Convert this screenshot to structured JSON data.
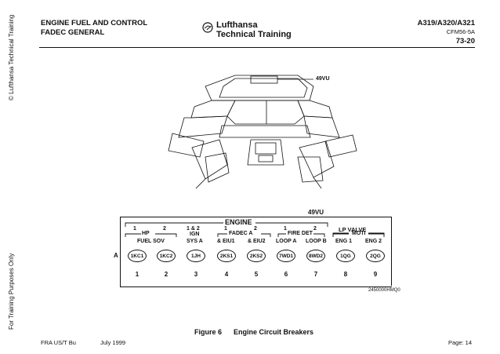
{
  "side": {
    "copyright": "© Lufthansa Technical Training",
    "purpose": "For Training Purposes Only"
  },
  "header": {
    "title_line1": "ENGINE FUEL AND CONTROL",
    "title_line2": "FADEC  GENERAL",
    "brand_line1": "Lufthansa",
    "brand_line2": "Technical Training",
    "aircraft": "A319/A320/A321",
    "engine": "CFM56-5A",
    "chapter": "73-20"
  },
  "diagram": {
    "panel_callout": "49VU"
  },
  "panel": {
    "panel_id": "49VU",
    "group_title": "ENGINE",
    "subgroups": {
      "hp": "HP",
      "fadec": "FADEC A",
      "fire": "FIRE DET",
      "moti": "MOTI"
    },
    "top_labels": {
      "lp_valve": "LP VALVE"
    },
    "row_letter": "A",
    "columns": [
      {
        "top": "1",
        "mid": "FUEL SOV",
        "cb": "1KC1",
        "num": "1"
      },
      {
        "top": "2",
        "mid": "",
        "cb": "1KC2",
        "num": "2"
      },
      {
        "top": "1 & 2",
        "mid": "IGN",
        "bottom": "SYS A",
        "cb": "1JH",
        "num": "3"
      },
      {
        "top": "1",
        "mid": "& EIU1",
        "cb": "2KS1",
        "num": "4"
      },
      {
        "top": "2",
        "mid": "& EIU2",
        "cb": "2KS2",
        "num": "5"
      },
      {
        "top": "1",
        "mid": "LOOP A",
        "cb": "7WD1",
        "num": "6"
      },
      {
        "top": "2",
        "mid": "LOOP B",
        "cb": "8WD2",
        "num": "7"
      },
      {
        "top": "",
        "mid": "ENG 1",
        "cb": "1QG",
        "num": "8"
      },
      {
        "top": "",
        "mid": "ENG 2",
        "cb": "2QG",
        "num": "9"
      }
    ],
    "ref": "2450000HMQ0"
  },
  "figure": {
    "number": "Figure 6",
    "caption": "Engine Circuit Breakers"
  },
  "footer": {
    "left": "FRA US/T Bu",
    "date": "July 1999",
    "page": "Page: 14"
  }
}
